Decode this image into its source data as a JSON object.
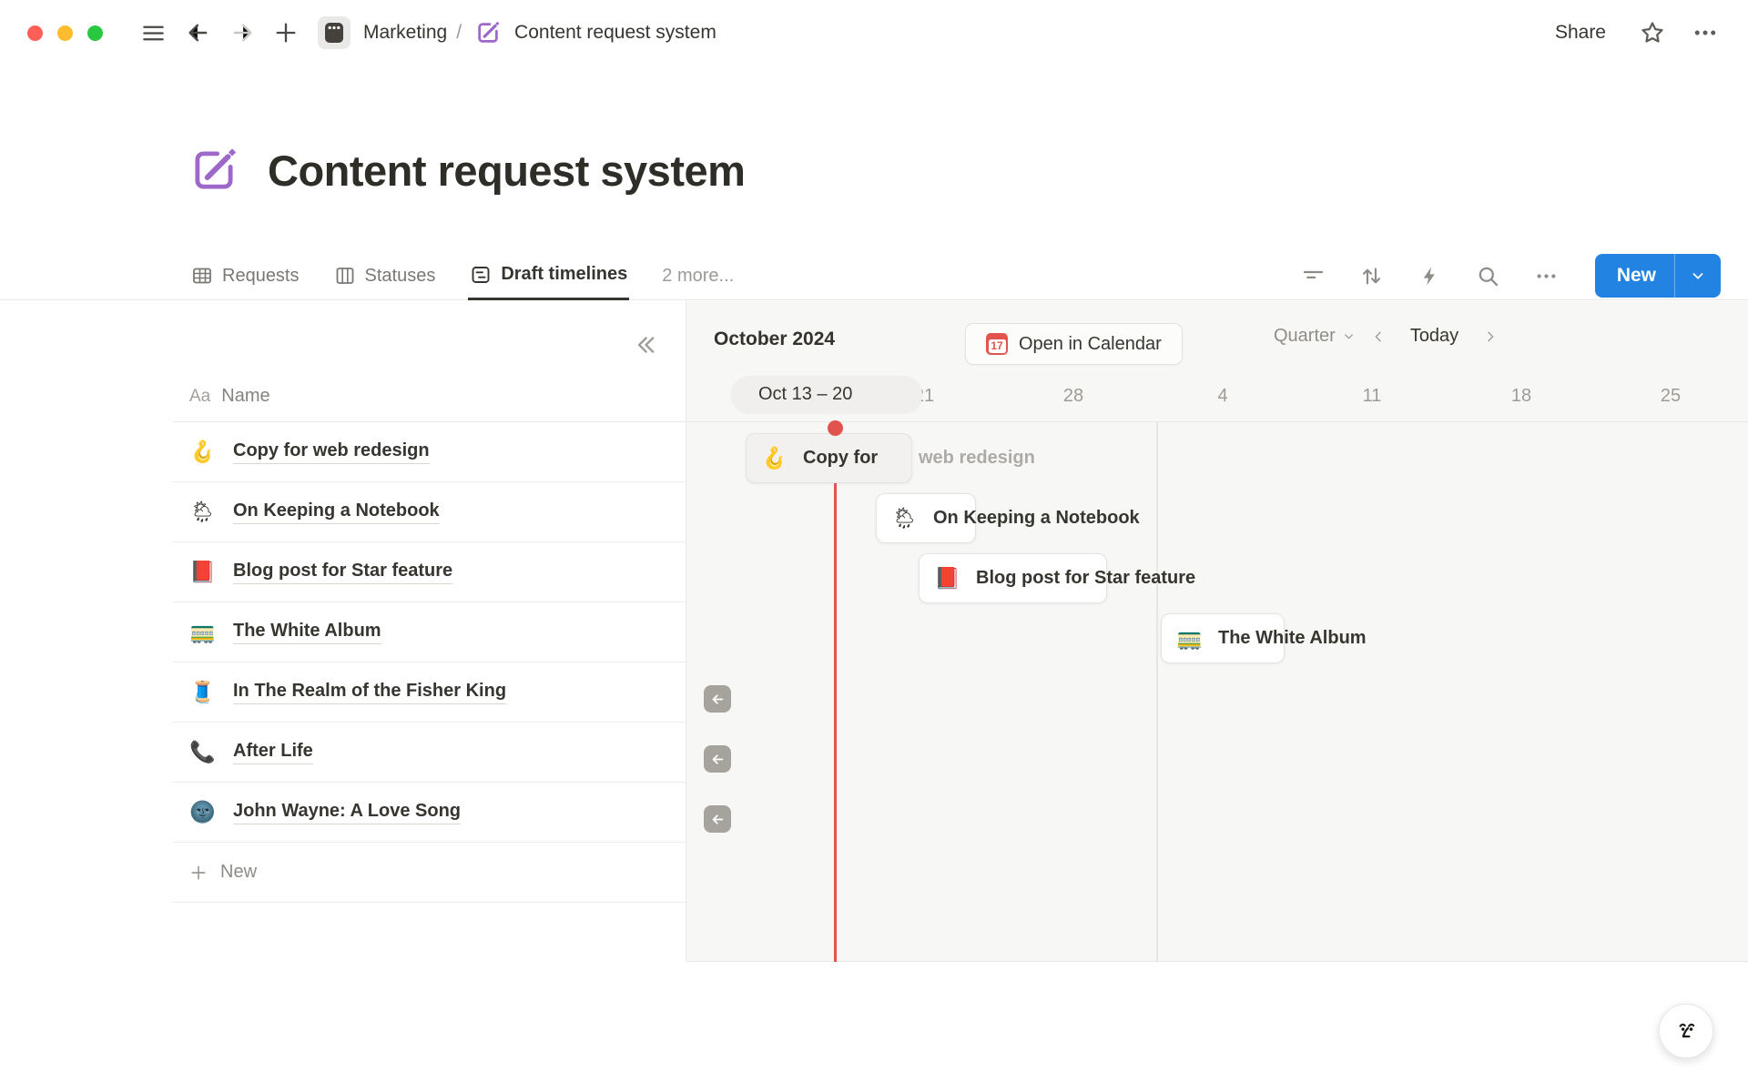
{
  "window": {
    "breadcrumb_workspace": "Marketing",
    "breadcrumb_separator": "/",
    "breadcrumb_page": "Content request system",
    "share_label": "Share"
  },
  "page": {
    "title": "Content request system"
  },
  "tabs": {
    "items": [
      {
        "label": "Requests"
      },
      {
        "label": "Statuses"
      },
      {
        "label": "Draft timelines"
      },
      {
        "label": "2 more..."
      }
    ]
  },
  "toolbar": {
    "new_label": "New"
  },
  "table": {
    "header": {
      "type_label": "Aa",
      "name_label": "Name"
    },
    "rows": [
      {
        "emoji": "🪝",
        "name": "Copy for web redesign"
      },
      {
        "emoji": "🌦",
        "name": "On Keeping a Notebook"
      },
      {
        "emoji": "📕",
        "name": "Blog post for Star feature"
      },
      {
        "emoji": "🚃",
        "name": "The White Album"
      },
      {
        "emoji": "🧵",
        "name": "In The Realm of the Fisher King"
      },
      {
        "emoji": "📞",
        "name": "After Life"
      },
      {
        "emoji": "🌚",
        "name": "John Wayne: A Love Song"
      }
    ],
    "new_label": "New"
  },
  "timeline": {
    "month_header": "October 2024",
    "open_in_calendar_label": "Open in Calendar",
    "calendar_icon_day": "17",
    "zoom_level": "Quarter",
    "today_label": "Today",
    "range_pill": "Oct 13 – 20",
    "week_labels": [
      "21",
      "28",
      "4",
      "11",
      "18",
      "25"
    ],
    "bar_clipped": {
      "inside": "Copy for",
      "overflow": "web redesign"
    }
  },
  "colors": {
    "accent_blue": "#2383e2",
    "today_red": "#e2534d",
    "icon_purple": "#9d68c9",
    "calendar_red": "#e2554e"
  }
}
